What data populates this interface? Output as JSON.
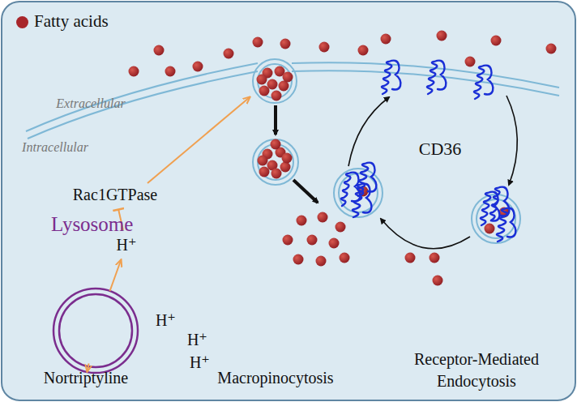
{
  "diagram": {
    "nodes": [
      {
        "text": [
          "Nortriptyline"
        ]
      },
      {
        "text": [
          "Lysosome",
          "H⁺",
          "H⁺",
          "H⁺"
        ]
      },
      {
        "text": [
          "H⁺"
        ]
      },
      {
        "text": [
          "Rac1GTPase"
        ]
      }
    ],
    "edges": [
      {
        "from": 0,
        "to": 1,
        "arrow": "to"
      },
      {
        "from": 1,
        "to": 2,
        "arrow": "to"
      },
      {
        "from": 2,
        "to": 3,
        "arrow": "to"
      }
    ],
    "labels": [
      "Extracellular",
      "Intracellular",
      "CD36",
      "Macropinocytosis",
      "Receptor-Mediated Endocytosis"
    ],
    "legend": [
      {
        "text": "Fatty acids",
        "color": "#a8262b"
      }
    ]
  }
}
